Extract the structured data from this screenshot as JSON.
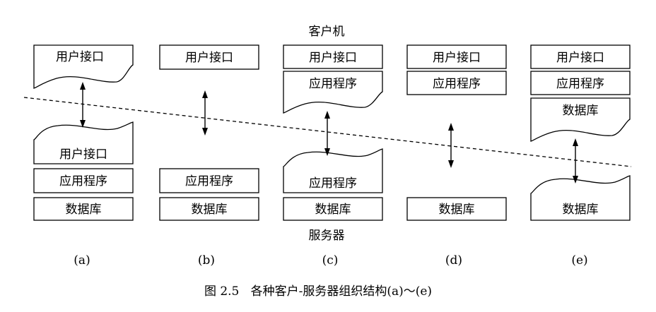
{
  "client_label": "客户机",
  "server_label": "服务器",
  "caption": "图 2.5   各种客户-服务器组织结构(a)～(e)",
  "layers": {
    "ui": "用户接口",
    "app": "应用程序",
    "db": "数据库"
  },
  "columns": [
    {
      "label": "(a)"
    },
    {
      "label": "(b)"
    },
    {
      "label": "(c)"
    },
    {
      "label": "(d)"
    },
    {
      "label": "(e)"
    }
  ]
}
